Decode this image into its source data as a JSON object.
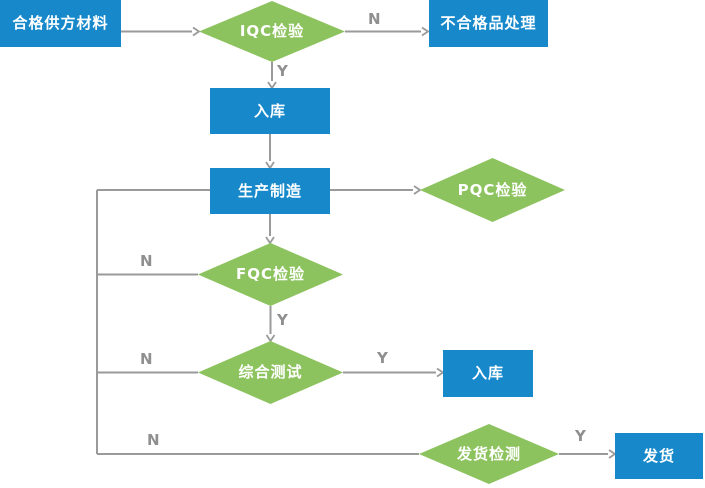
{
  "diagram": {
    "type": "flowchart",
    "nodes": {
      "supplier_materials": {
        "label": "合格供方材料",
        "shape": "process"
      },
      "iqc_inspection": {
        "label": "IQC检验",
        "shape": "decision"
      },
      "nonconforming_handling": {
        "label": "不合格品处理",
        "shape": "process"
      },
      "storage_in": {
        "label": "入库",
        "shape": "process"
      },
      "production": {
        "label": "生产制造",
        "shape": "process"
      },
      "pqc_inspection": {
        "label": "PQC检验",
        "shape": "decision"
      },
      "fqc_inspection": {
        "label": "FQC检验",
        "shape": "decision"
      },
      "combined_test": {
        "label": "综合测试",
        "shape": "decision"
      },
      "storage_in_2": {
        "label": "入库",
        "shape": "process"
      },
      "shipping_inspection": {
        "label": "发货检测",
        "shape": "decision"
      },
      "shipment": {
        "label": "发货",
        "shape": "process"
      }
    },
    "edge_labels": {
      "iqc_no": "N",
      "iqc_yes": "Y",
      "fqc_no": "N",
      "fqc_yes": "Y",
      "combined_test_no": "N",
      "combined_test_yes": "Y",
      "shipping_no": "N",
      "shipping_yes": "Y"
    },
    "colors": {
      "process_fill": "#1789cb",
      "decision_fill": "#8dc35f",
      "connector": "#9a9a9a",
      "edge_label_text": "#8f8f8f",
      "node_text": "#ffffff",
      "background": "#ffffff"
    }
  }
}
